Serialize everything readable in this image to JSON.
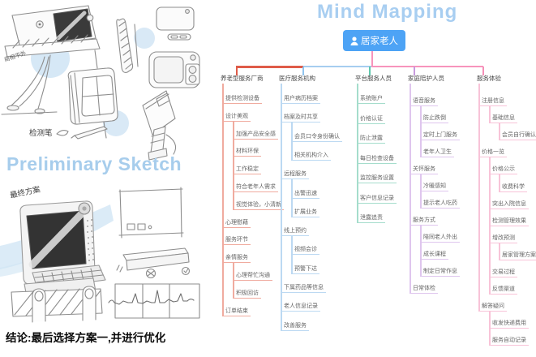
{
  "left_panel": {
    "annotation_device": "商相平外",
    "annotation_pen": "检测笔",
    "section_title": "Preliminary Sketch",
    "annotation_final": "最终方案",
    "conclusion": "结论:最后选择方案一,并进行优化"
  },
  "mindmap": {
    "title": "Mind Mapping",
    "title_color": "#a8cef1",
    "root": {
      "label": "居家老人",
      "icon": "person-icon",
      "color": "#4da3f5"
    },
    "bus_colors": {
      "left": "#df5c49",
      "middle": "#a6cdf0",
      "right": "#f794bc"
    },
    "branches": [
      {
        "name": "养老型服务厂商",
        "color": "#df5c49",
        "line_color": "#f0ab9f",
        "items": [
          {
            "label": "提供检测设备",
            "level": 1
          },
          {
            "label": "设计美观",
            "level": 1
          },
          {
            "label": "加强产品安全感",
            "level": 2
          },
          {
            "label": "材料环保",
            "level": 2
          },
          {
            "label": "工作稳定",
            "level": 2
          },
          {
            "label": "符合老年人需求",
            "level": 2
          },
          {
            "label": "视觉体验，小清新",
            "level": 2
          },
          {
            "label": "心理慰藉",
            "level": 1
          },
          {
            "label": "服务环节",
            "level": 1
          },
          {
            "label": "亲情服务",
            "level": 1
          },
          {
            "label": "心理帮忙沟通",
            "level": 2
          },
          {
            "label": "积极回访",
            "level": 2
          },
          {
            "label": "订单结束",
            "level": 1
          }
        ]
      },
      {
        "name": "医疗服务机构",
        "color": "#8fc3ee",
        "line_color": "#bcd9f2",
        "items": [
          {
            "label": "用户病历档案",
            "level": 1
          },
          {
            "label": "档案及时共享",
            "level": 1
          },
          {
            "label": "会员口令身份确认",
            "level": 2
          },
          {
            "label": "相关机构介入",
            "level": 2
          },
          {
            "label": "远程服务",
            "level": 1
          },
          {
            "label": "出警迅速",
            "level": 2
          },
          {
            "label": "扩展业务",
            "level": 2
          },
          {
            "label": "线上预约",
            "level": 1
          },
          {
            "label": "视频会诊",
            "level": 2
          },
          {
            "label": "预警下达",
            "level": 2
          },
          {
            "label": "下属药品等信息",
            "level": 1
          },
          {
            "label": "老人信息记录",
            "level": 1
          },
          {
            "label": "改善服务",
            "level": 1
          }
        ]
      },
      {
        "name": "平台服务人员",
        "color": "#5ec7ad",
        "line_color": "#a5ddcc",
        "items": [
          {
            "label": "系统账户",
            "level": 1
          },
          {
            "label": "价格认证",
            "level": 1
          },
          {
            "label": "防止泄露",
            "level": 1
          },
          {
            "label": "每日检查设备",
            "level": 1
          },
          {
            "label": "监控服务设置",
            "level": 1
          },
          {
            "label": "客户信息记录",
            "level": 1
          },
          {
            "label": "泄露追责",
            "level": 1
          }
        ]
      },
      {
        "name": "家庭陪护人员",
        "color": "#c89ade",
        "line_color": "#dfc6ee",
        "items": [
          {
            "label": "语音服务",
            "level": 1
          },
          {
            "label": "防止跌倒",
            "level": 2
          },
          {
            "label": "定时上门服务",
            "level": 2
          },
          {
            "label": "老年人卫生",
            "level": 2
          },
          {
            "label": "关怀服务",
            "level": 1
          },
          {
            "label": "冷暖感知",
            "level": 2
          },
          {
            "label": "提示老人吃药",
            "level": 2
          },
          {
            "label": "服务方式",
            "level": 1
          },
          {
            "label": "陪同老人外出",
            "level": 2
          },
          {
            "label": "成长课程",
            "level": 2
          },
          {
            "label": "制定日常作息",
            "level": 2
          },
          {
            "label": "日常体检",
            "level": 1
          }
        ]
      },
      {
        "name": "服务体验",
        "color": "#f58fb7",
        "line_color": "#f8c3d8",
        "items": [
          {
            "label": "注册信息",
            "level": 1
          },
          {
            "label": "基础信息",
            "level": 2
          },
          {
            "label": "会员自行确认信息",
            "level": 3
          },
          {
            "label": "价格一览",
            "level": 1
          },
          {
            "label": "价格公示",
            "level": 2
          },
          {
            "label": "收费科学",
            "level": 3
          },
          {
            "label": "突出入院信息",
            "level": 2
          },
          {
            "label": "检测管理效果",
            "level": 2
          },
          {
            "label": "增改预测",
            "level": 2
          },
          {
            "label": "居家管理方案",
            "level": 3
          },
          {
            "label": "交易过程",
            "level": 2
          },
          {
            "label": "反馈渠道",
            "level": 2
          },
          {
            "label": "解答疑问",
            "level": 1
          },
          {
            "label": "收发快递费用",
            "level": 2
          },
          {
            "label": "服务自动记录",
            "level": 2
          }
        ]
      }
    ]
  }
}
